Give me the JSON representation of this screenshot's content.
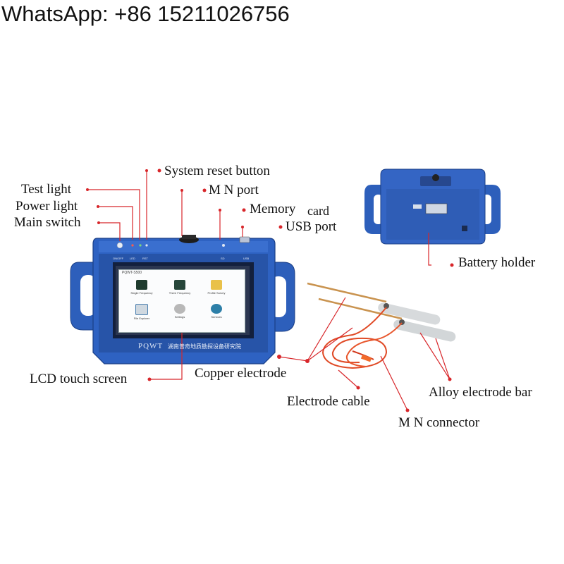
{
  "contact": "WhatsApp: +86 15211026756",
  "labels": {
    "system_reset": "System reset button",
    "test_light": "Test light",
    "mn_port": "M N port",
    "power_light": "Power light",
    "memory_word": "Memory",
    "memory_card": "card",
    "main_switch": "Main switch",
    "usb_port": "USB port",
    "battery_holder": "Battery holder",
    "lcd_touch": "LCD touch screen",
    "copper_electrode": "Copper electrode",
    "electrode_cable": "Electrode cable",
    "alloy_bar": "Alloy electrode bar",
    "mn_connector": "M N connector"
  },
  "device": {
    "brand": "PQWT",
    "brand_cn": "湖南普奇地质勘探设备研究院",
    "screen_title": "PQWT-S500",
    "panel_on": "ON/OFF",
    "panel_led": "LED",
    "panel_rst": "RST",
    "panel_sd": "SD",
    "panel_usb": "USB",
    "menu": [
      "Single Frequency",
      "Three Frequency",
      "Profile Survey",
      "File Explorer",
      "Settings",
      "Services"
    ]
  },
  "colors": {
    "device_blue": "#2a5ab5",
    "device_dark": "#1b3f86",
    "pointer_red": "#d8262a",
    "cable_red": "#e34a2a"
  }
}
